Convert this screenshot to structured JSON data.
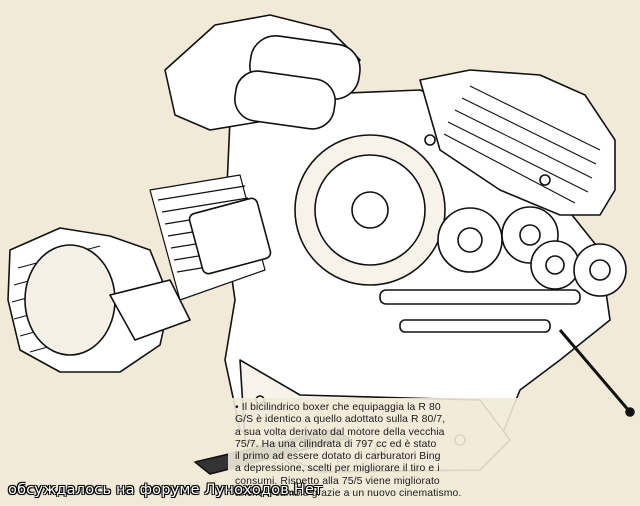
{
  "image": {
    "subject": "boxer-engine-cutaway",
    "colors": {
      "background": "#f1ead8",
      "ink": "#111111",
      "watermark_text": "#ffffff"
    }
  },
  "caption": {
    "lines": [
      "• Il bicilindrico boxer che equipaggia la R 80",
      "G/S è identico a quello adottato sulla R 80/7,",
      "a sua volta derivato dal motore della vecchia",
      "75/7. Ha una cilindrata di 797 cc ed è stato",
      "il primo ad essere dotato di carburatori Bing",
      "a depressione, scelti per migliorare il tiro e i",
      "consumi. Rispetto alla 75/5 viene migliorato",
      "anche il cambio grazie a un nuovo cinematismo."
    ]
  },
  "watermark": {
    "text": "обсуждалось на форуме Луноходов.Нет"
  }
}
